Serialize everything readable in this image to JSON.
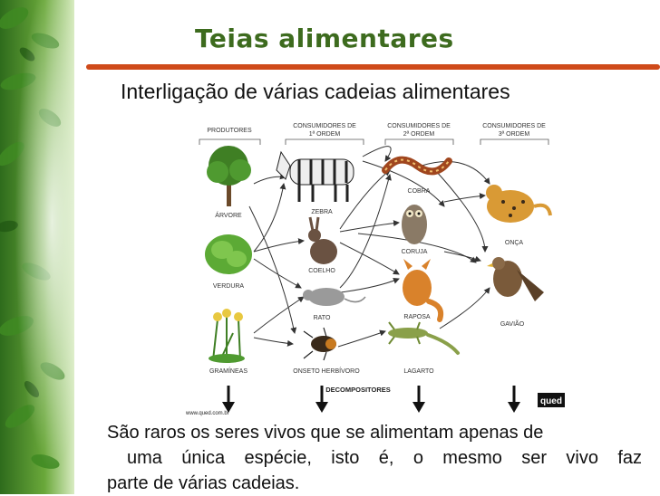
{
  "slide": {
    "title": "Teias alimentares",
    "subtitle": "Interligação de várias cadeias alimentares"
  },
  "diagram": {
    "headers": [
      "PRODUTORES",
      "CONSUMIDORES DE",
      "1ª ORDEM",
      "CONSUMIDORES DE",
      "2ª ORDEM",
      "CONSUMIDORES DE",
      "3ª ORDEM"
    ],
    "organisms": {
      "arvore": "ÁRVORE",
      "verdura": "VERDURA",
      "gramineas": "GRAMÍNEAS",
      "zebra": "ZEBRA",
      "coelho": "COELHO",
      "rato": "RATO",
      "inseto": "ONSETO HERBÍVORO",
      "cobra": "COBRA",
      "coruja": "CORUJA",
      "raposa": "RAPOSA",
      "lagarto": "LAGARTO",
      "onca": "ONÇA",
      "gaviao": "GAVIÃO"
    },
    "decompositores": "DECOMPOSITORES",
    "credit": "www.qued.com.br",
    "logo": "qued"
  },
  "body": {
    "line1": "São raros os seres vivos que se alimentam apenas de",
    "line2": "uma única espécie, isto é, o mesmo ser vivo faz",
    "line3": "parte de várias cadeias."
  },
  "colors": {
    "title": "#3d6b1e",
    "rule": "#cf4a1a",
    "leaf": "#4f8f2a"
  }
}
